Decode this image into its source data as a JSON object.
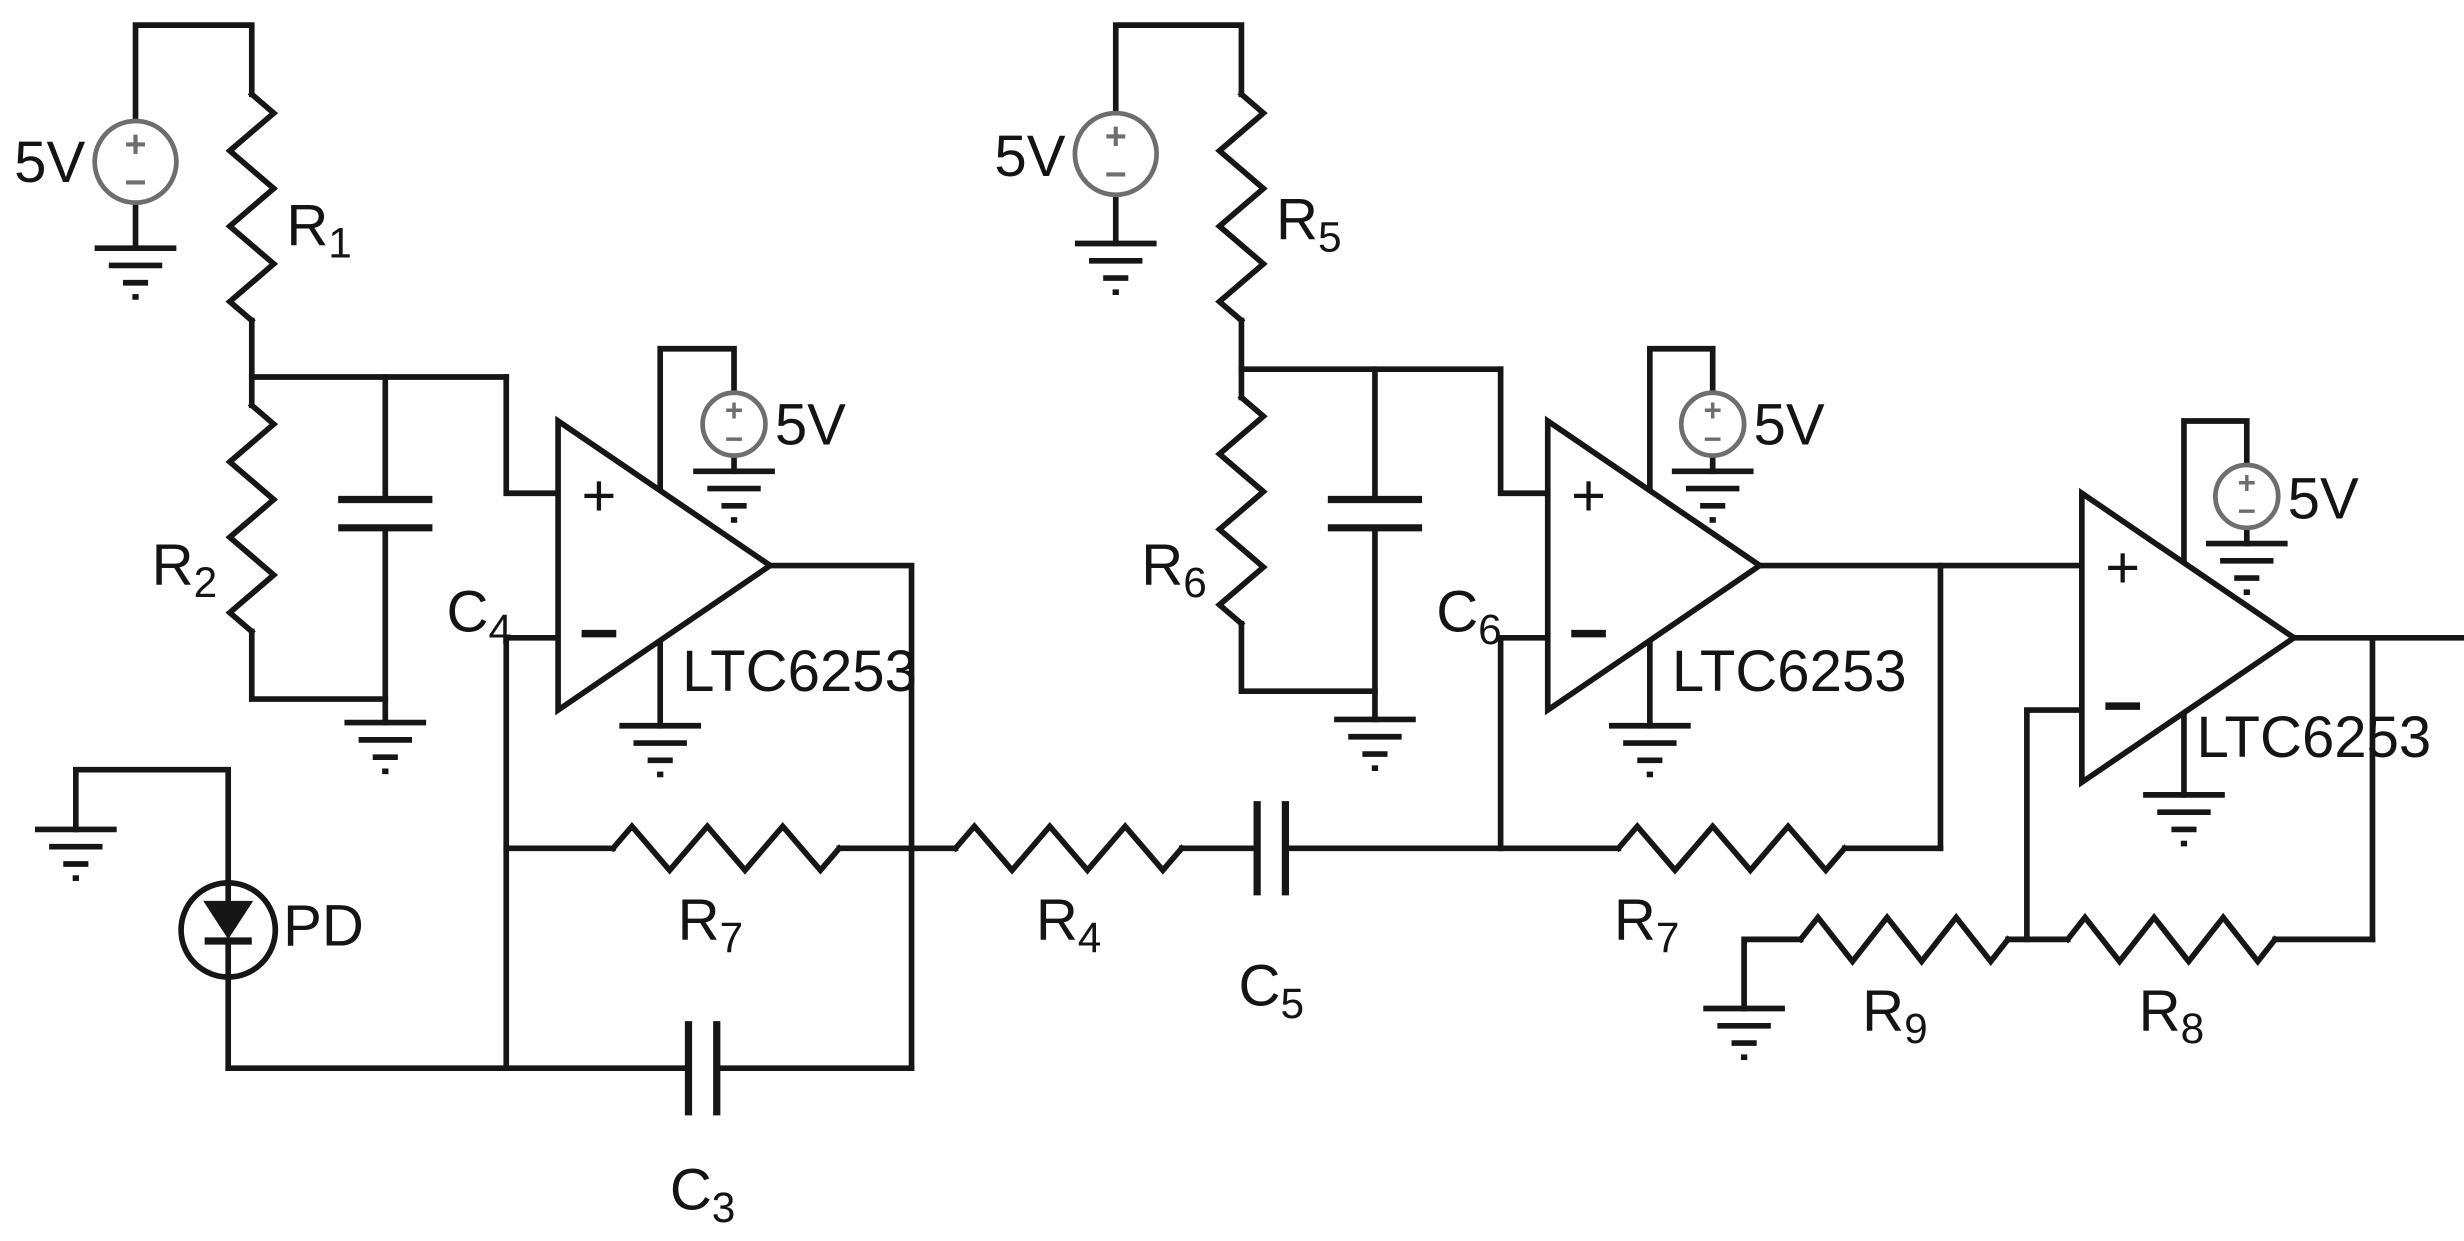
{
  "diagram": {
    "type": "circuit-schematic",
    "description": "Three-stage LTC6253 transimpedance amplifier chain with photodiode input",
    "background": "#ffffff",
    "line_color": "#161616"
  },
  "polarity": {
    "plus": "+",
    "minus": "−"
  },
  "sources": {
    "v1": "5V",
    "v2": "5V",
    "vcc1": "5V",
    "vcc2": "5V",
    "vcc3": "5V"
  },
  "resistors": {
    "r1": {
      "base": "R",
      "sub": "1"
    },
    "r2": {
      "base": "R",
      "sub": "2"
    },
    "r4": {
      "base": "R",
      "sub": "4"
    },
    "r5": {
      "base": "R",
      "sub": "5"
    },
    "r6": {
      "base": "R",
      "sub": "6"
    },
    "r7a": {
      "base": "R",
      "sub": "7"
    },
    "r7b": {
      "base": "R",
      "sub": "7"
    },
    "r8": {
      "base": "R",
      "sub": "8"
    },
    "r9": {
      "base": "R",
      "sub": "9"
    }
  },
  "capacitors": {
    "c3": {
      "base": "C",
      "sub": "3"
    },
    "c4": {
      "base": "C",
      "sub": "4"
    },
    "c5": {
      "base": "C",
      "sub": "5"
    },
    "c6": {
      "base": "C",
      "sub": "6"
    }
  },
  "photodiode": {
    "label": "PD"
  },
  "opamps": {
    "a1": {
      "part": "LTC6253"
    },
    "a2": {
      "part": "LTC6253"
    },
    "a3": {
      "part": "LTC6253"
    }
  }
}
